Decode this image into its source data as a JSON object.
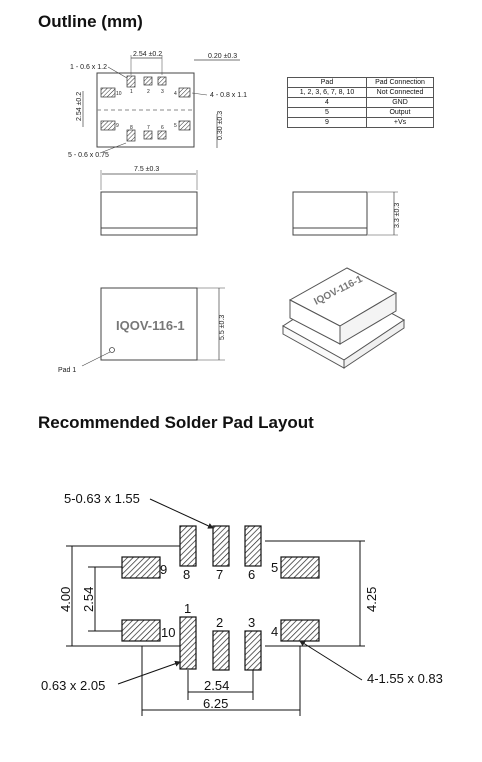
{
  "outline": {
    "title": "Outline (mm)",
    "top_view": {
      "dim_pad_pitch": "2.54 ±0.2",
      "dim_edge": "0.20 ±0.3",
      "dim_row_pitch": "2.54 ±0.2",
      "dim_edge_side": "0.30 ±0.3",
      "callout_pad_1": "1 - 0.6 x 1.2",
      "callout_pad_4": "4 - 0.8 x 1.1",
      "callout_pad_5": "5 - 0.6 x 0.75",
      "pin_numbers": [
        "1",
        "2",
        "3",
        "4",
        "5",
        "6",
        "7",
        "8",
        "9",
        "10"
      ]
    },
    "pad_table": {
      "headers": [
        "Pad",
        "Pad Connection"
      ],
      "rows": [
        [
          "1, 2, 3, 6, 7, 8, 10",
          "Not Connected"
        ],
        [
          "4",
          "GND"
        ],
        [
          "5",
          "Output"
        ],
        [
          "9",
          "+Vs"
        ]
      ]
    },
    "side_view": {
      "dim_length": "7.5 ±0.3",
      "dim_height": "3.3 ±0.3"
    },
    "bottom_view": {
      "marking": "IQOV-116-1",
      "dim_width": "5.5 ±0.3",
      "pad1_label": "Pad 1"
    },
    "iso_view": {
      "marking": "IQOV-116-1"
    }
  },
  "solder": {
    "title": "Recommended Solder Pad Layout",
    "callout_top": "5-0.63 x 1.55",
    "callout_left": "0.63 x 2.05",
    "callout_right": "4-1.55 x 0.83",
    "dim_left_outer": "4.00",
    "dim_left_inner": "2.54",
    "dim_right": "4.25",
    "dim_bottom_inner": "2.54",
    "dim_bottom_outer": "6.25",
    "pin_labels": {
      "p1": "1",
      "p2": "2",
      "p3": "3",
      "p4": "4",
      "p5": "5",
      "p6": "6",
      "p7": "7",
      "p8": "8",
      "p9": "9",
      "p10": "10"
    }
  }
}
